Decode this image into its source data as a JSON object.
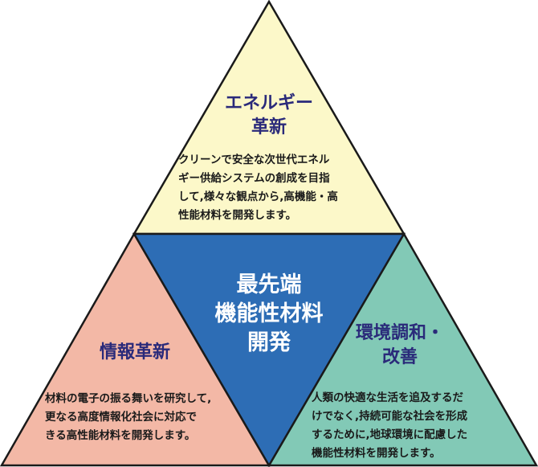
{
  "top": {
    "title_line1": "エネルギー",
    "title_line2": "革新",
    "desc_lines": [
      "クリーンで安全な次世代エネル",
      "ギー供給システムの創成を目指",
      "して,様々な観点から,高機能・高",
      "性能材料を開発します。"
    ]
  },
  "left": {
    "title": "情報革新",
    "desc_lines": [
      "材料の電子の振る舞いを研究して,",
      "更なる高度情報化社会に対応で",
      "きる高性能材料を開発します。"
    ]
  },
  "right": {
    "title_line1": "環境調和・",
    "title_line2": "改善",
    "desc_lines": [
      "人類の快適な生活を追及するだ",
      "けでなく,持続可能な社会を形成",
      "するために,地球環境に配慮した",
      "機能性材料を開発します。"
    ]
  },
  "center": {
    "lines": [
      "最先端",
      "機能性材料",
      "開発"
    ]
  },
  "colors": {
    "top_fill": "#fcf8c9",
    "left_fill": "#f3b8a6",
    "right_fill": "#82c9b6",
    "center_fill": "#2d6db5",
    "stroke": "#1a1a1a"
  }
}
